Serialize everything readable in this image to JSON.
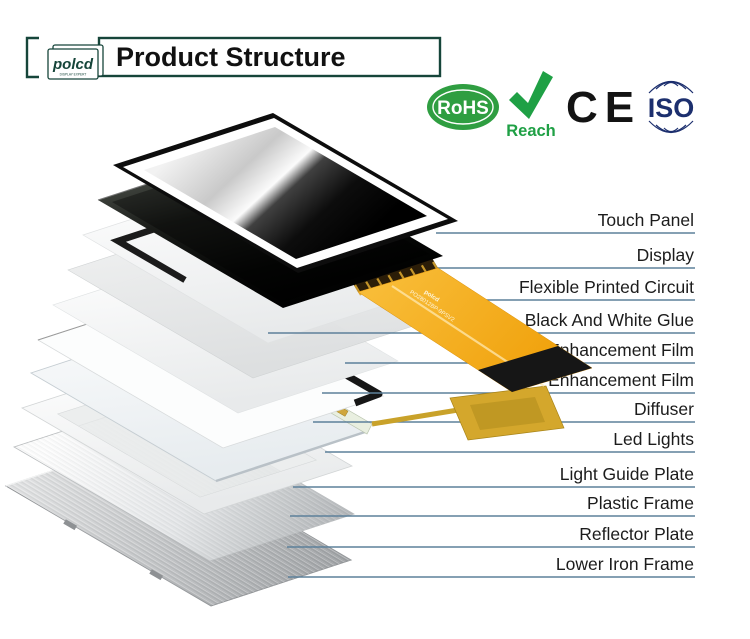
{
  "header": {
    "logo_text": "polcd",
    "logo_subtext": "DISPLAY EXPERT",
    "title": "Product Structure"
  },
  "badges": {
    "rohs": "RoHS",
    "reach_label": "Reach",
    "ce": "CE",
    "iso": "ISO"
  },
  "diagram": {
    "fpc_marking_line1": "polcd",
    "fpc_marking_line2": "PO28012BP-9PSV2",
    "labels": [
      {
        "text": "Touch Panel"
      },
      {
        "text": "Display"
      },
      {
        "text": "Flexible Printed Circuit"
      },
      {
        "text": "Black And White Glue"
      },
      {
        "text": "Enhancement Film"
      },
      {
        "text": "Enhancement Film"
      },
      {
        "text": "Diffuser"
      },
      {
        "text": "Led Lights"
      },
      {
        "text": "Light Guide Plate"
      },
      {
        "text": "Plastic Frame"
      },
      {
        "text": "Reflector Plate"
      },
      {
        "text": "Lower Iron Frame"
      }
    ]
  },
  "colors": {
    "accent_teal": "#16453a",
    "label_line": "#5d809a",
    "rohs_green": "#2f9e41",
    "reach_green": "#1fa045",
    "iso_navy": "#1c2f6e",
    "fpc_orange": "#f2a713"
  }
}
